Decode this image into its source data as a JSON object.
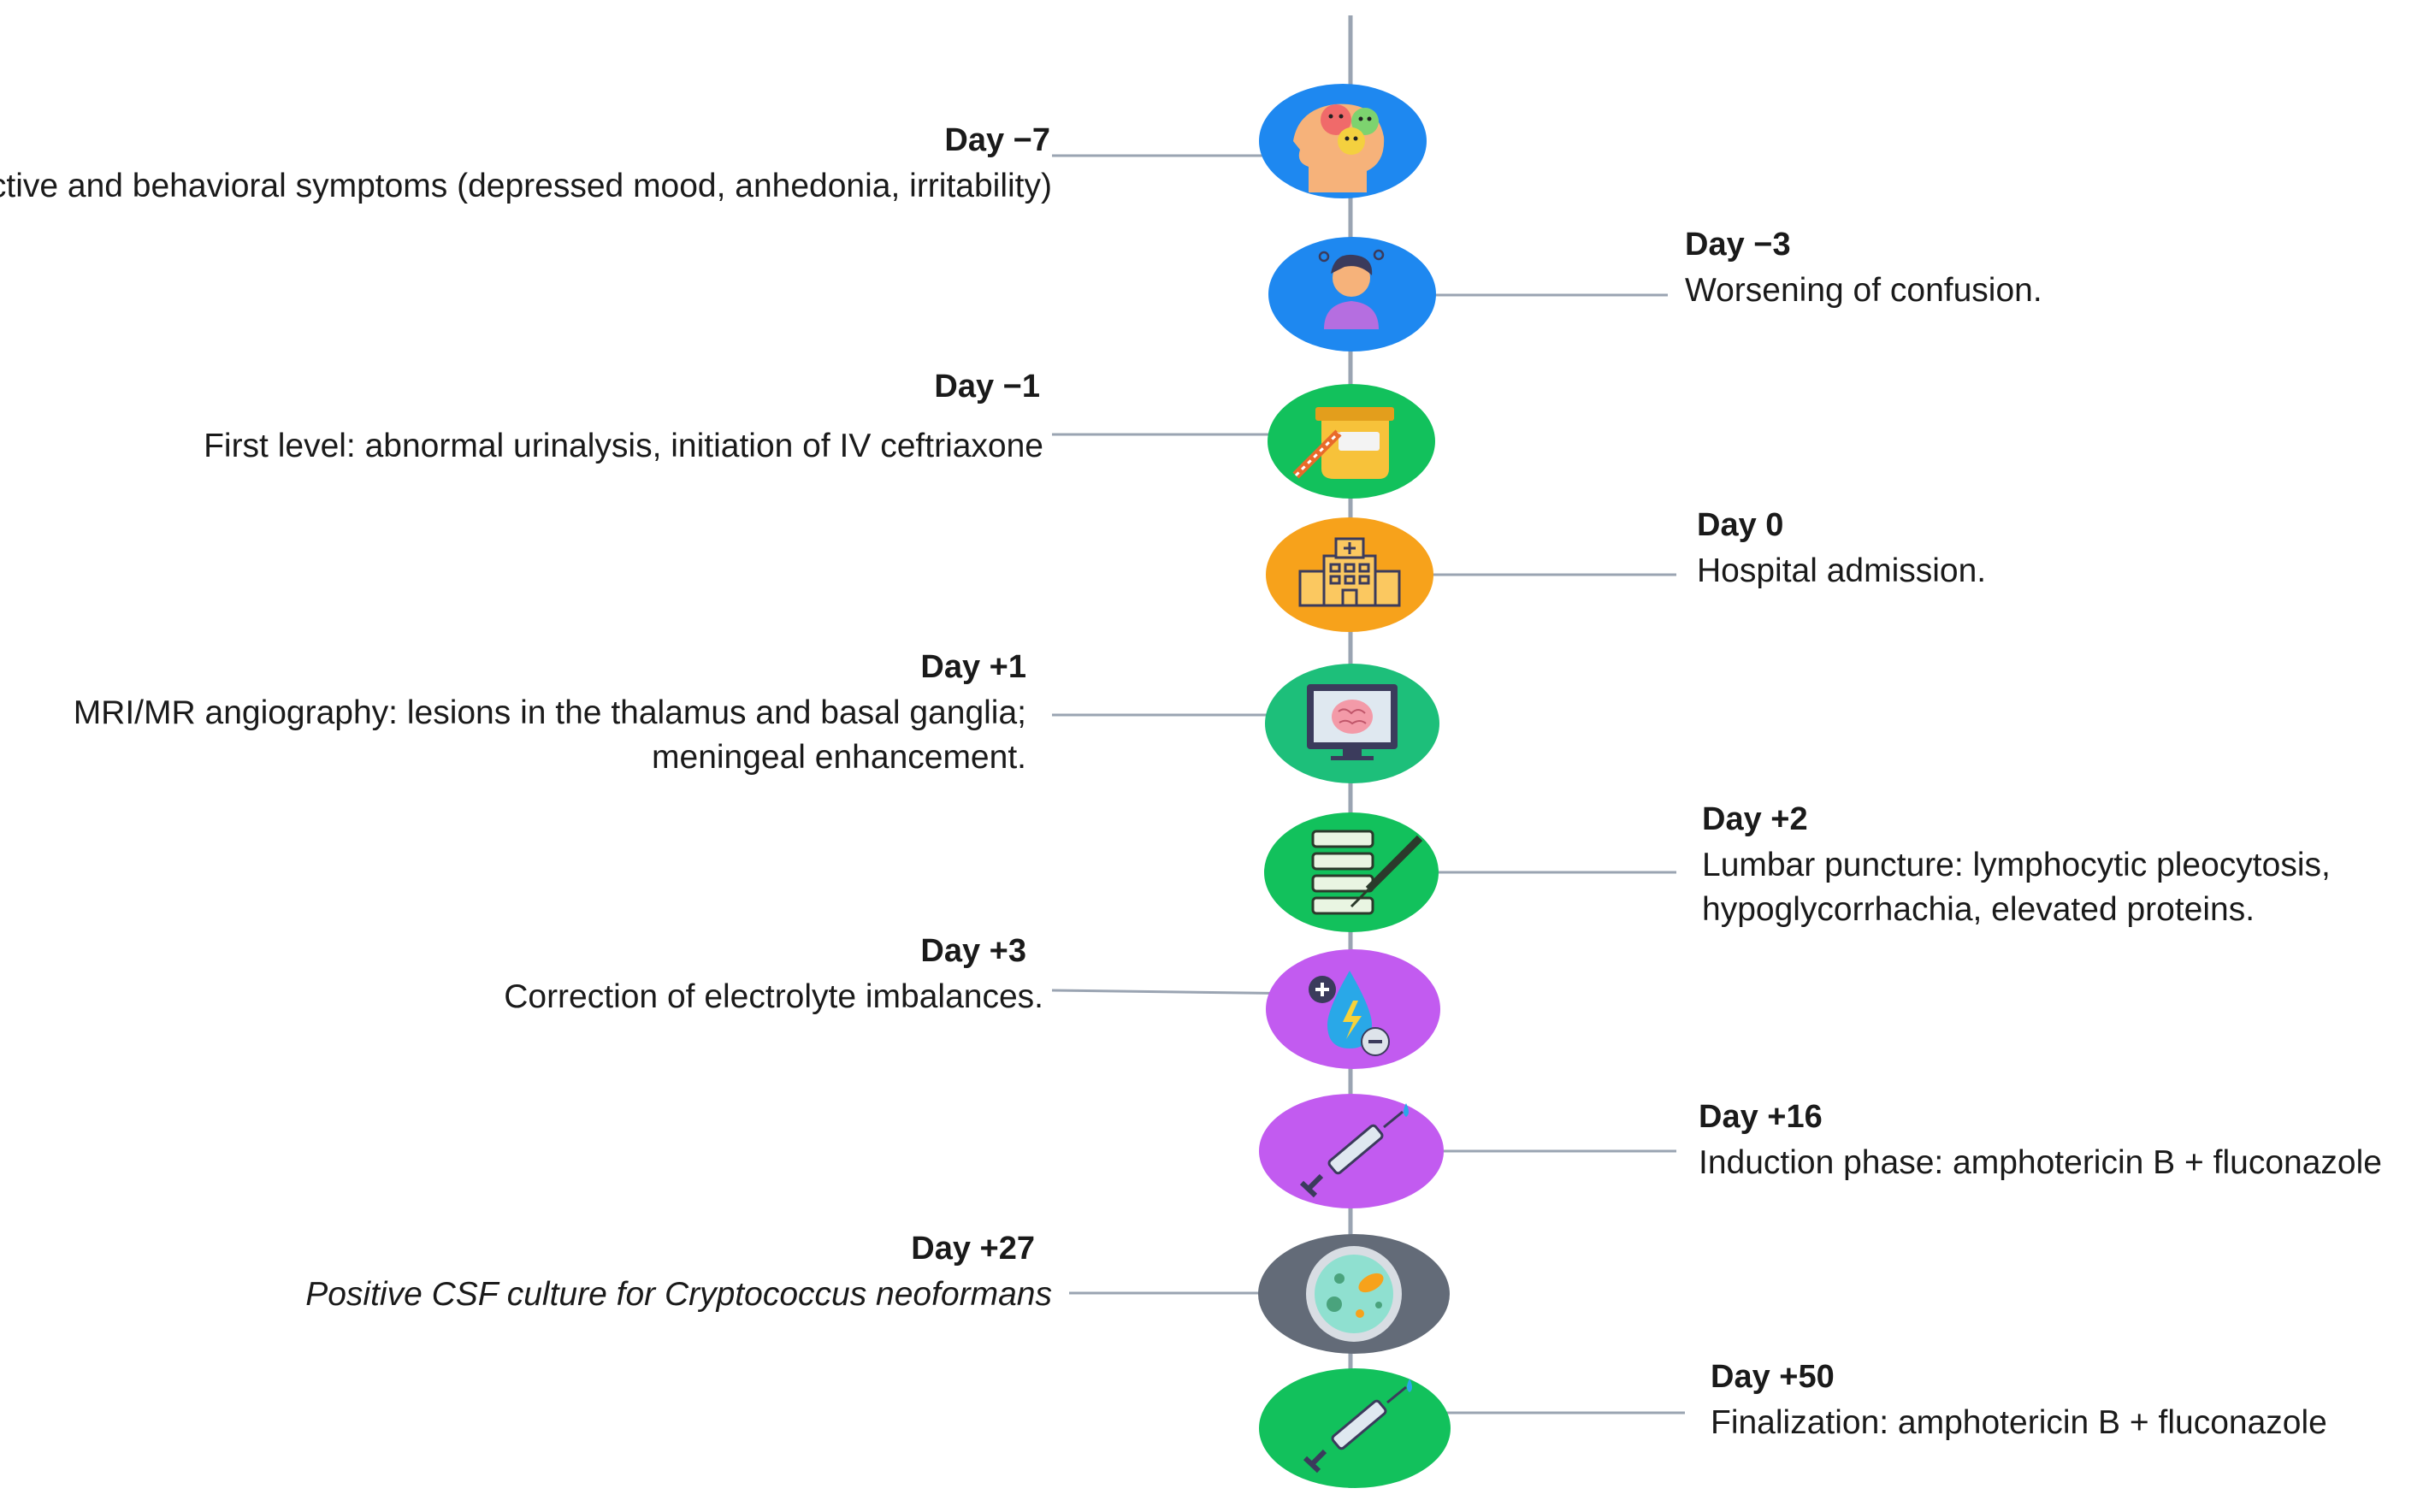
{
  "colors": {
    "line": "#9aa4b2",
    "blue": "#1e88f0",
    "green": "#12c15c",
    "orange": "#f7a21b",
    "teal": "#1dbf7a",
    "purple": "#c25bf0",
    "gray": "#636b78"
  },
  "events": [
    {
      "day": "Day −7",
      "desc": "Affective and behavioral symptoms (depressed mood, anhedonia, irritability)",
      "side": "left",
      "icon": "brain-emotions-icon",
      "color": "blue",
      "italic": false
    },
    {
      "day": "Day −3",
      "desc": "Worsening of confusion.",
      "side": "right",
      "icon": "confused-person-icon",
      "color": "blue",
      "italic": false
    },
    {
      "day": "Day −1",
      "desc": "First level: abnormal urinalysis, initiation of IV ceftriaxone",
      "side": "left",
      "icon": "urine-sample-icon",
      "color": "green",
      "italic": false
    },
    {
      "day": "Day 0",
      "desc": "Hospital admission.",
      "side": "right",
      "icon": "hospital-icon",
      "color": "orange",
      "italic": false
    },
    {
      "day": "Day +1",
      "desc": "MRI/MR angiography: lesions in the thalamus and basal ganglia; meningeal enhancement.",
      "side": "left",
      "icon": "brain-mri-monitor-icon",
      "color": "teal",
      "italic": false
    },
    {
      "day": "Day +2",
      "desc": "Lumbar puncture: lymphocytic pleocytosis, hypoglycorrhachia, elevated proteins.",
      "side": "right",
      "icon": "spine-syringe-icon",
      "color": "green",
      "italic": false
    },
    {
      "day": "Day +3",
      "desc": "Correction of electrolyte imbalances.",
      "side": "left",
      "icon": "electrolyte-drop-icon",
      "color": "purple",
      "italic": false
    },
    {
      "day": "Day +16",
      "desc": "Induction phase: amphotericin B + fluconazole",
      "side": "right",
      "icon": "syringe-icon",
      "color": "purple",
      "italic": false
    },
    {
      "day": "Day +27",
      "desc": "Positive CSF culture for Cryptococcus neoformans",
      "side": "left",
      "icon": "petri-dish-icon",
      "color": "gray",
      "italic": true
    },
    {
      "day": "Day +50",
      "desc": "Finalization: amphotericin B + fluconazole",
      "side": "right",
      "icon": "syringe-icon",
      "color": "green",
      "italic": false
    }
  ]
}
